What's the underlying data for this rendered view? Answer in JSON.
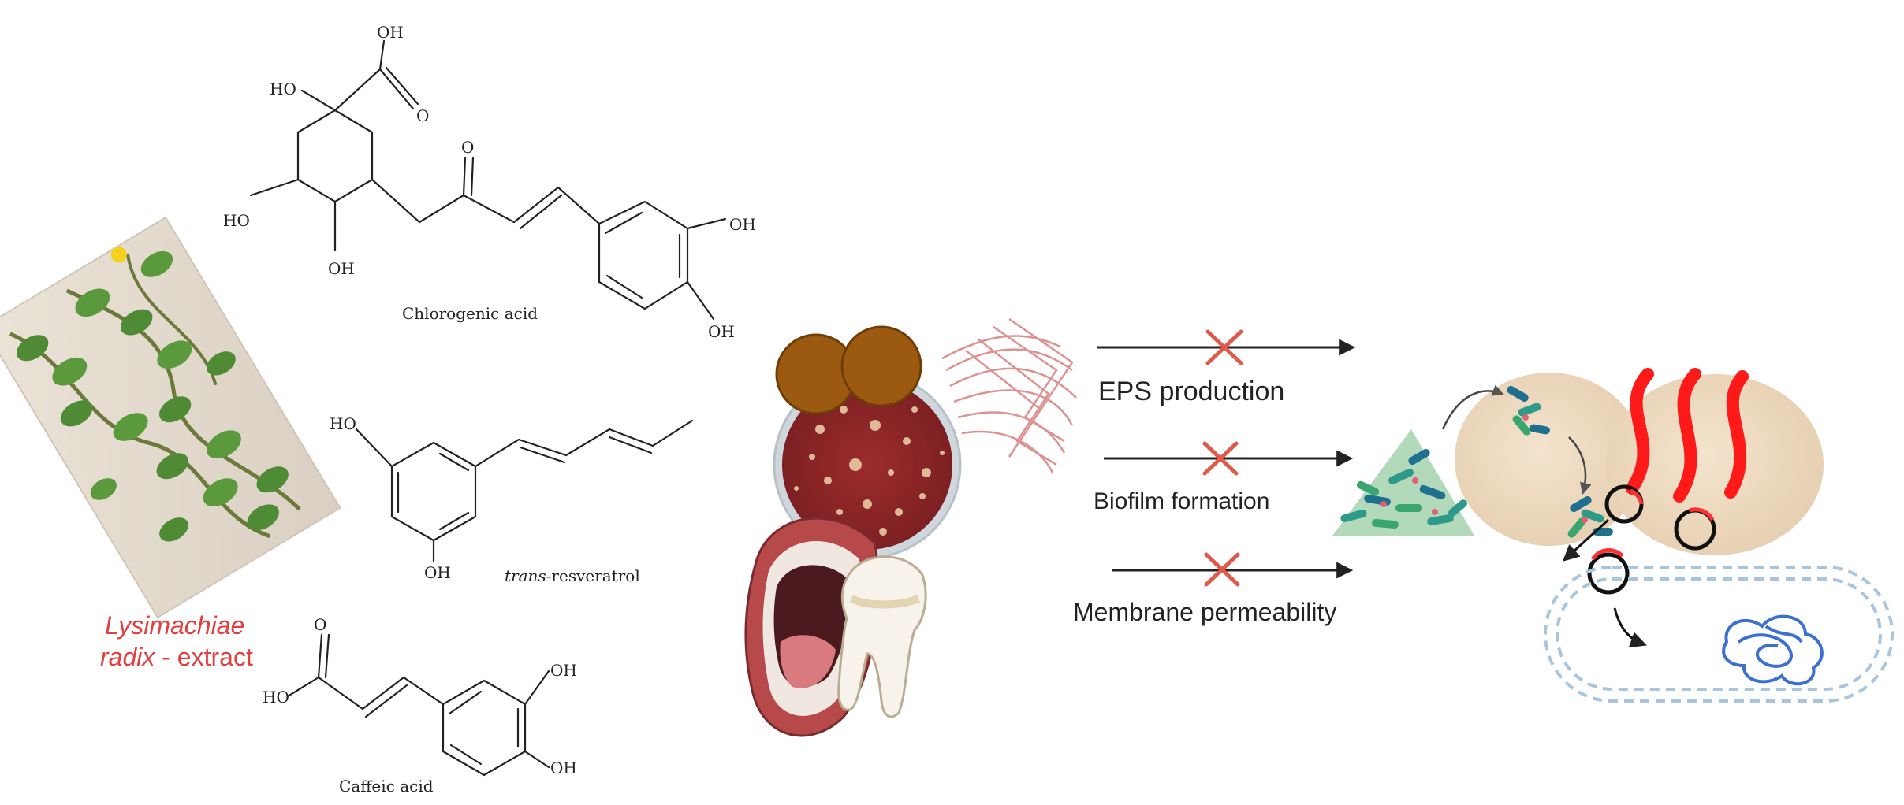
{
  "plant": {
    "caption_italic": "Lysimachiae",
    "caption_italic_2": "radix",
    "caption_rest": " - extract"
  },
  "compounds": {
    "chlorogenic": {
      "name": "Chlorogenic acid",
      "groups": {
        "oh_top": "OH",
        "ho_left": "HO",
        "o_right": "O",
        "o_ketone": "O",
        "ho_ring": "HO",
        "oh_bottom": "OH",
        "oh_ar1": "OH",
        "oh_ar2": "OH"
      }
    },
    "resveratrol": {
      "name": "trans-resveratrol",
      "name_prefix": "trans",
      "name_suffix": "-resveratrol",
      "groups": {
        "ho_top": "HO",
        "oh_bottom": "OH"
      }
    },
    "caffeic": {
      "name": "Caffeic acid",
      "groups": {
        "o_top": "O",
        "ho_left": "HO",
        "oh_ar1": "OH",
        "oh_ar2": "OH"
      }
    }
  },
  "effects": [
    {
      "label": "EPS production",
      "inhibited": true
    },
    {
      "label": "Biofilm formation",
      "inhibited": true
    },
    {
      "label": "Membrane permeability",
      "inhibited": true
    }
  ],
  "colors": {
    "inhibit_x": "#e05a4a",
    "arrow": "#222222",
    "plant_caption": "#e04040",
    "petri": "#8b2a2a",
    "colony": "#e9c9a3",
    "cell": "#efdcc4",
    "flagella": "#ff1a1a",
    "bacterium_outline": "#a9c4dd",
    "dna": "#3b6fd1",
    "biofilm": "#2e9a8a"
  }
}
